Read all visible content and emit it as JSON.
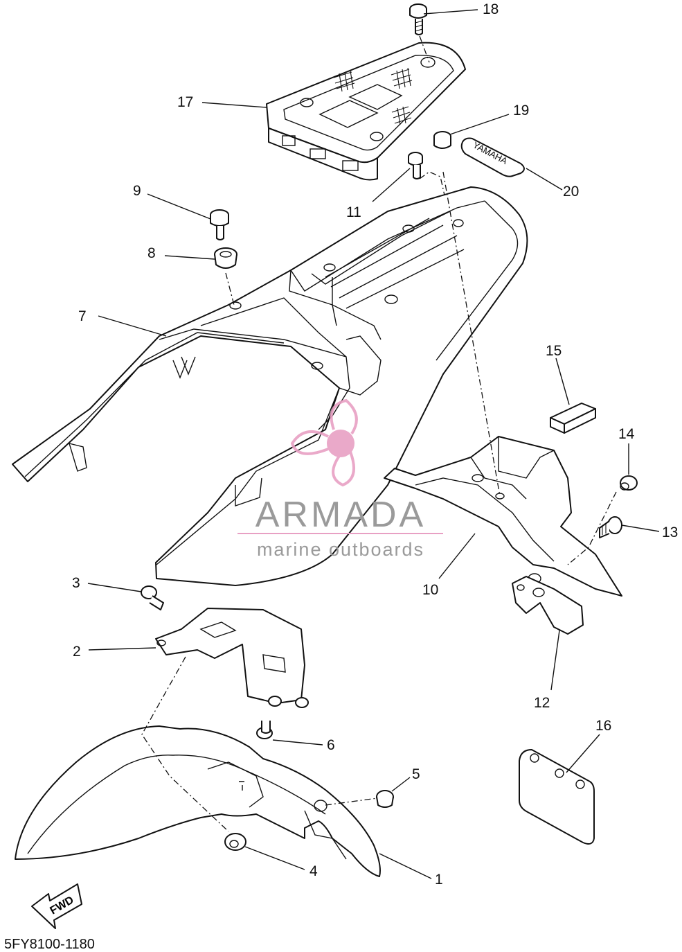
{
  "diagram_code": "5FY8100-1180",
  "direction_label": "FWD",
  "badge_text": "YAMAHA",
  "watermark": {
    "name": "ARMADA",
    "tagline": "marine outboards",
    "accent_color": "#e8a0c4",
    "text_color": "#9a9a9a"
  },
  "callouts": [
    "1",
    "2",
    "3",
    "4",
    "5",
    "6",
    "7",
    "8",
    "9",
    "10",
    "11",
    "12",
    "13",
    "14",
    "15",
    "16",
    "17",
    "18",
    "19",
    "20"
  ],
  "colors": {
    "line": "#111111",
    "background": "#ffffff",
    "shade": "#d9d9d9"
  }
}
